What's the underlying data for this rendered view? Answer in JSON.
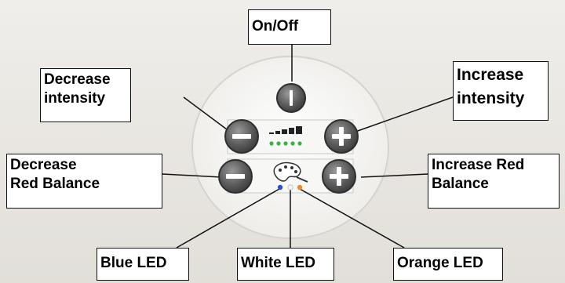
{
  "labels": {
    "on_off": "On/Off",
    "decrease_intensity_1": "Decrease",
    "decrease_intensity_2": "intensity",
    "increase_intensity_1": "Increase",
    "increase_intensity_2": "intensity",
    "decrease_red_1": "Decrease",
    "decrease_red_2": "Red Balance",
    "increase_red_1": "Increase Red",
    "increase_red_2": "Balance",
    "blue_led": "Blue LED",
    "white_led": "White LED",
    "orange_led": "Orange LED"
  },
  "icons": [
    "power-icon",
    "minus-icon",
    "plus-icon",
    "intensity-bar-icon",
    "palette-icon"
  ],
  "colors": {
    "button_dark": "#555555",
    "panel": "#f7f7f5",
    "green_led": "#3cb043",
    "blue_led": "#2a4fd6",
    "white_led": "#f4f4f4",
    "orange_led": "#f08a24"
  }
}
